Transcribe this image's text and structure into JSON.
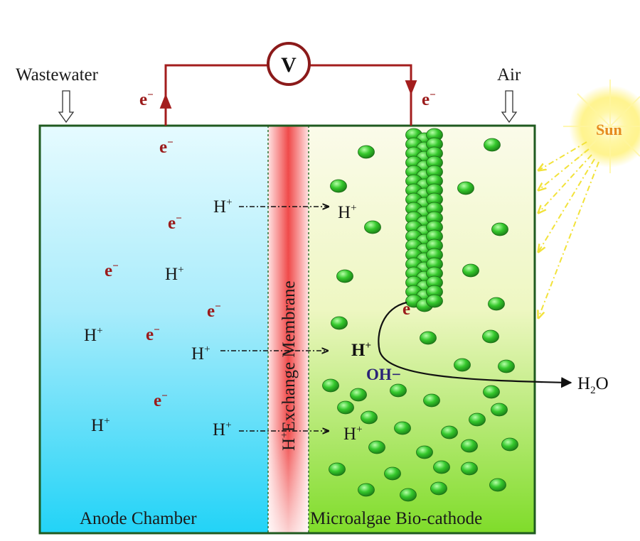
{
  "labels": {
    "voltmeter": "V",
    "wastewater": "Wastewater",
    "air": "Air",
    "sun": "Sun",
    "membrane": "Exchange  Membrane",
    "membrane_prefix": "H",
    "plus": "+",
    "anode_chamber": "Anode Chamber",
    "biocathode": "Microalgae Bio-cathode",
    "electron": "e",
    "minus": "−",
    "proton": "H",
    "hydroxide": "OH−",
    "water_h": "H",
    "water_sub": "2",
    "water_o": "O"
  },
  "colors": {
    "circuit": "#a31d1d",
    "electron": "#9b1b1b",
    "sun": "#e58a1f",
    "hydroxide": "#2a2377",
    "algae": "#2fc42a",
    "chamber_border": "#1f5a1f",
    "sun_rays": "#f2e23a"
  }
}
